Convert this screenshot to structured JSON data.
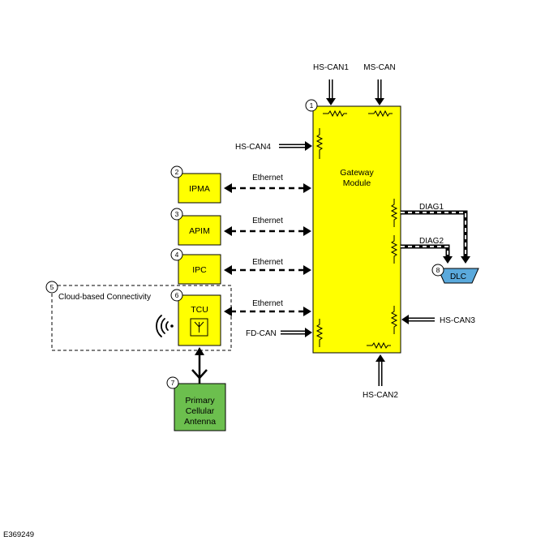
{
  "colors": {
    "module_fill": "#ffff00",
    "antenna_fill": "#6cbf4e",
    "dlc_fill": "#5aa9dc",
    "line": "#000000"
  },
  "gateway": {
    "number": "1",
    "line1": "Gateway",
    "line2": "Module"
  },
  "modules": [
    {
      "number": "2",
      "label": "IPMA",
      "link": "Ethernet"
    },
    {
      "number": "3",
      "label": "APIM",
      "link": "Ethernet"
    },
    {
      "number": "4",
      "label": "IPC",
      "link": "Ethernet"
    },
    {
      "number": "6",
      "label": "TCU",
      "link": "Ethernet"
    }
  ],
  "cloud": {
    "number": "5",
    "label": "Cloud-based Connectivity"
  },
  "antenna": {
    "number": "7",
    "line1": "Primary",
    "line2": "Cellular",
    "line3": "Antenna"
  },
  "dlc": {
    "number": "8",
    "label": "DLC"
  },
  "buses": {
    "hs_can1": "HS-CAN1",
    "ms_can": "MS-CAN",
    "hs_can4": "HS-CAN4",
    "fd_can": "FD-CAN",
    "hs_can2": "HS-CAN2",
    "hs_can3": "HS-CAN3",
    "diag1": "DIAG1",
    "diag2": "DIAG2"
  },
  "figure_id": "E369249",
  "icons": [
    "wifi-signal-icon",
    "antenna-symbol-icon"
  ]
}
